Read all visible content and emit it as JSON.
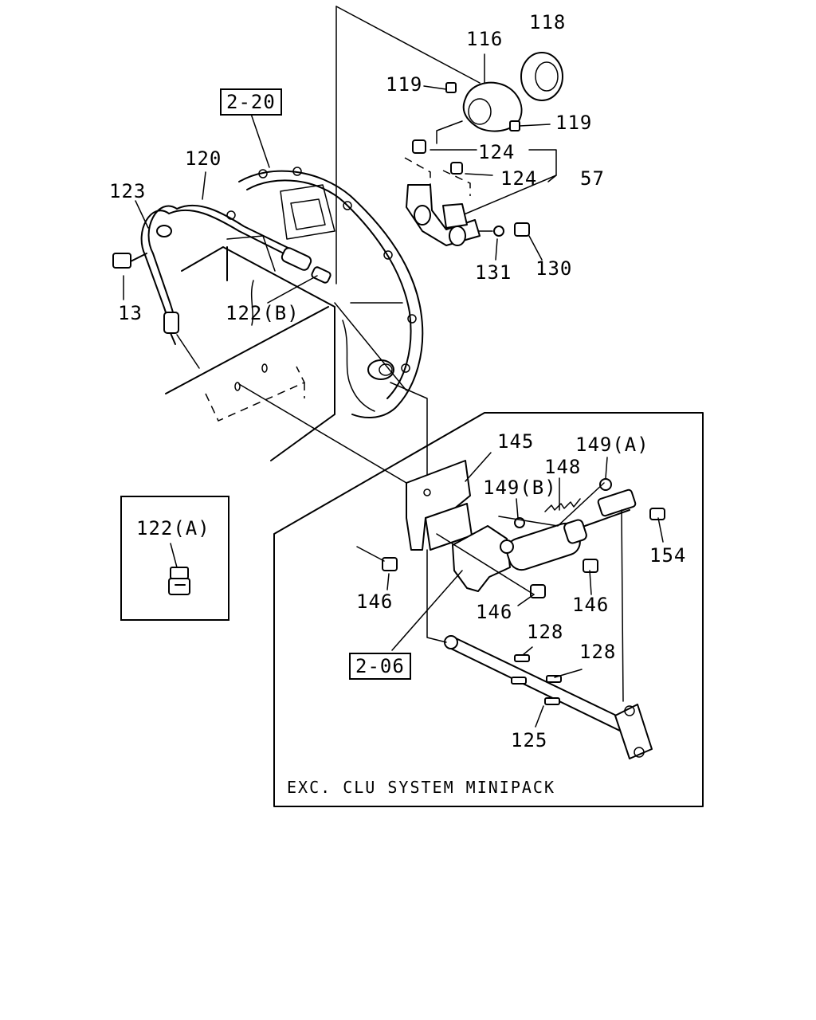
{
  "references": {
    "ref_2_20": "2-20",
    "ref_2_06": "2-06"
  },
  "part_labels": {
    "p116": "116",
    "p118": "118",
    "p119a": "119",
    "p119b": "119",
    "p124a": "124",
    "p124b": "124",
    "p57": "57",
    "p120": "120",
    "p123": "123",
    "p13": "13",
    "p122b": "122(B)",
    "p131": "131",
    "p130": "130",
    "p145": "145",
    "p149a": "149(A)",
    "p148": "148",
    "p149b": "149(B)",
    "p154": "154",
    "p146a": "146",
    "p146b": "146",
    "p146c": "146",
    "p128a": "128",
    "p128b": "128",
    "p125": "125",
    "p122a": "122(A)"
  },
  "caption": "EXC. CLU SYSTEM MINIPACK"
}
